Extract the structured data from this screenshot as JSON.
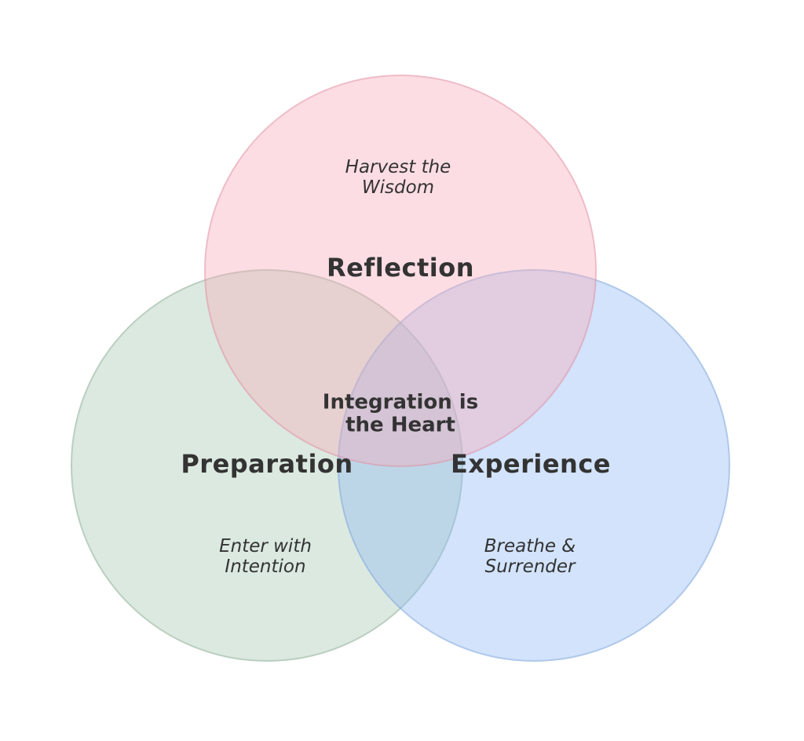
{
  "diagram": {
    "type": "venn3",
    "background": "#ffffff",
    "text_color": "#333333",
    "center_label": "Integration is\nthe Heart",
    "circles": [
      {
        "id": "reflection",
        "label": "Reflection",
        "subtitle": "Harvest the\nWisdom",
        "base_color": "#f8aab9",
        "fill": "rgba(248,170,185,0.4)",
        "edge": "rgba(214,125,148,0.35)"
      },
      {
        "id": "preparation",
        "label": "Preparation",
        "subtitle": "Enter with\nIntention",
        "base_color": "#a5c8b2",
        "fill": "rgba(165,200,178,0.4)",
        "edge": "rgba(122,158,133,0.35)"
      },
      {
        "id": "experience",
        "label": "Experience",
        "subtitle": "Breathe &\nSurrender",
        "base_color": "#8fb9f5",
        "fill": "rgba(143,185,245,0.4)",
        "edge": "rgba(108,148,205,0.35)"
      }
    ],
    "overlap_colors": {
      "reflection_preparation": "#e5d2d6",
      "reflection_experience": "#dfcfe4",
      "preparation_experience": "#bbdce8",
      "center_three_way": "#cdc7d3"
    }
  }
}
